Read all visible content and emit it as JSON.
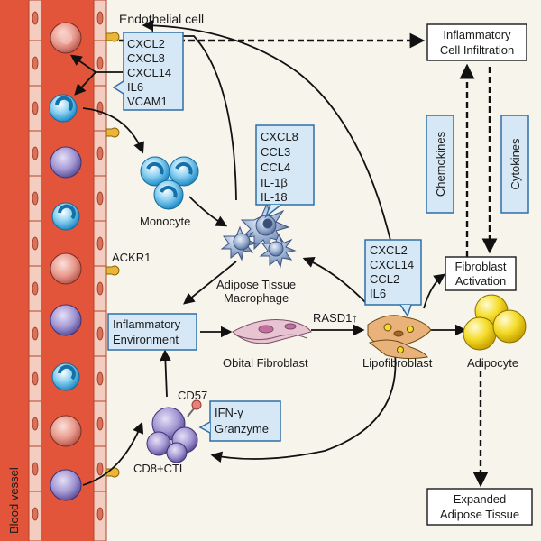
{
  "labels": {
    "endothelial_cell": "Endothelial cell",
    "blood_vessel": "Blood vessel",
    "monocyte": "Monocyte",
    "ackr1": "ACKR1",
    "adipose_tissue_macrophage_line1": "Adipose Tissue",
    "adipose_tissue_macrophage_line2": "Macrophage",
    "orbital_fibroblast": "Obital Fibroblast",
    "rasd1": "RASD1↑",
    "lipofibroblast": "Lipofibroblast",
    "adipocyte": "Adipocyte",
    "cd57": "CD57",
    "cd8_ctl": "CD8+CTL",
    "chemokines": "Chemokines",
    "cytokines": "Cytokines"
  },
  "boxes": {
    "endothelial_factors": [
      "CXCL2",
      "CXCL8",
      "CXCL14",
      "IL6",
      "VCAM1"
    ],
    "macrophage_factors": [
      "CXCL8",
      "CCL3",
      "CCL4",
      "IL-1β",
      "IL-18"
    ],
    "lipofibroblast_factors": [
      "CXCL2",
      "CXCL14",
      "CCL2",
      "IL6"
    ],
    "ctl_factors": [
      "IFN-γ",
      "Granzyme"
    ],
    "inflammatory_environment": [
      "Inflammatory",
      "Environment"
    ],
    "inflammatory_cell_infiltration": [
      "Inflammatory",
      "Cell Infiltration"
    ],
    "fibroblast_activation": [
      "Fibroblast",
      "Activation"
    ],
    "expanded_adipose_tissue": [
      "Expanded",
      "Adipose Tissue"
    ]
  },
  "colors": {
    "vessel": "#e2553a",
    "vessel_wall": "#f2c8b8",
    "box_fill": "#d6e8f6",
    "box_stroke": "#2f6fa6",
    "adipocyte": "#f3d21a",
    "lymphocyte": "#8b7fc0",
    "monocyte": "#33a7dd"
  }
}
